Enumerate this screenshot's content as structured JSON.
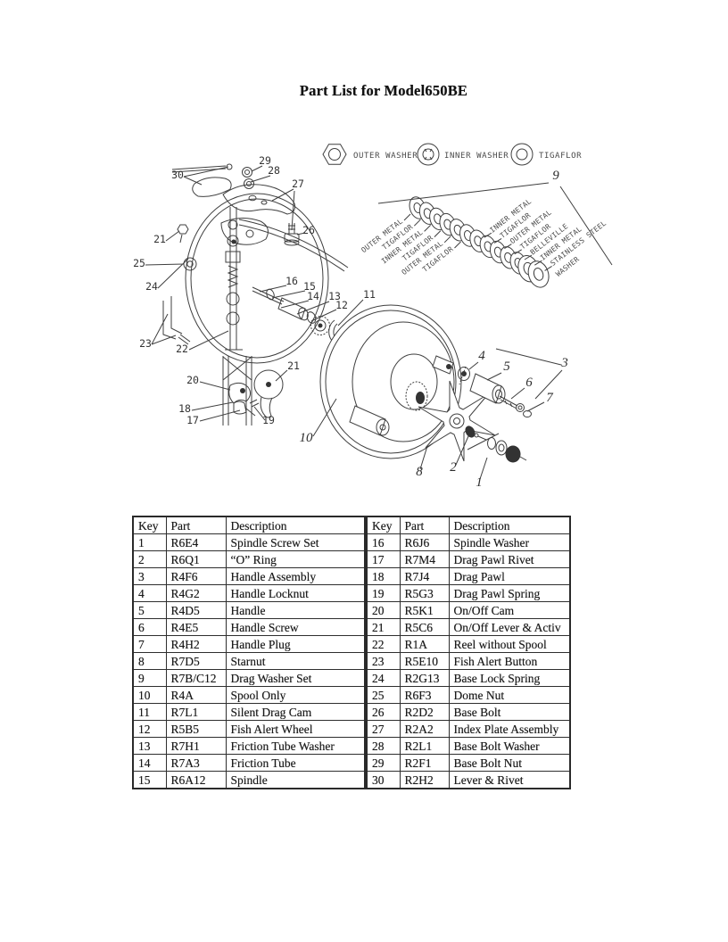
{
  "page": {
    "title": "Part List for Model650BE"
  },
  "diagram": {
    "legend": [
      {
        "icon": "hex-washer-icon",
        "label": "OUTER WASHER"
      },
      {
        "icon": "keyed-washer-icon",
        "label": "INNER WASHER"
      },
      {
        "icon": "plain-washer-icon",
        "label": "TIGAFLOR"
      }
    ],
    "stack_labels_left": [
      "OUTER METAL",
      "TIGAFLOR",
      "INNER METAL",
      "TIGAFLOR",
      "OUTER METAL",
      "TIGAFLOR"
    ],
    "stack_labels_right": [
      "INNER METAL",
      "TIGAFLOR",
      "OUTER METAL",
      "TIGAFLOR",
      "BELLEVILLE",
      "INNER METAL",
      "STAINLESS STEEL",
      "WASHER"
    ],
    "callouts": [
      "30",
      "29",
      "28",
      "27",
      "26",
      "21",
      "25",
      "24",
      "23",
      "22",
      "20",
      "21",
      "18",
      "17",
      "19",
      "10",
      "16",
      "15",
      "14",
      "13",
      "12",
      "11",
      "9",
      "4",
      "5",
      "3",
      "6",
      "7",
      "8",
      "2",
      "1"
    ]
  },
  "table": {
    "headers": [
      "Key",
      "Part",
      "Description"
    ],
    "left_rows": [
      {
        "key": "1",
        "part": "R6E4",
        "desc": "Spindle Screw Set"
      },
      {
        "key": "2",
        "part": "R6Q1",
        "desc": "“O” Ring"
      },
      {
        "key": "3",
        "part": "R4F6",
        "desc": "Handle Assembly"
      },
      {
        "key": "4",
        "part": "R4G2",
        "desc": "Handle Locknut"
      },
      {
        "key": "5",
        "part": "R4D5",
        "desc": "Handle"
      },
      {
        "key": "6",
        "part": "R4E5",
        "desc": "Handle Screw"
      },
      {
        "key": "7",
        "part": "R4H2",
        "desc": "Handle Plug"
      },
      {
        "key": "8",
        "part": "R7D5",
        "desc": "Starnut"
      },
      {
        "key": "9",
        "part": "R7B/C12",
        "desc": "Drag Washer Set"
      },
      {
        "key": "10",
        "part": "R4A",
        "desc": "Spool Only"
      },
      {
        "key": "11",
        "part": "R7L1",
        "desc": "Silent Drag Cam"
      },
      {
        "key": "12",
        "part": "R5B5",
        "desc": "Fish Alert Wheel"
      },
      {
        "key": "13",
        "part": "R7H1",
        "desc": "Friction Tube Washer"
      },
      {
        "key": "14",
        "part": "R7A3",
        "desc": "Friction Tube"
      },
      {
        "key": "15",
        "part": "R6A12",
        "desc": "Spindle"
      }
    ],
    "right_rows": [
      {
        "key": "16",
        "part": "R6J6",
        "desc": "Spindle Washer"
      },
      {
        "key": "17",
        "part": "R7M4",
        "desc": "Drag Pawl Rivet"
      },
      {
        "key": "18",
        "part": "R7J4",
        "desc": "Drag Pawl"
      },
      {
        "key": "19",
        "part": "R5G3",
        "desc": "Drag Pawl Spring"
      },
      {
        "key": "20",
        "part": "R5K1",
        "desc": "On/Off Cam"
      },
      {
        "key": "21",
        "part": "R5C6",
        "desc": "On/Off Lever & Activ"
      },
      {
        "key": "22",
        "part": "R1A",
        "desc": "Reel without Spool"
      },
      {
        "key": "23",
        "part": "R5E10",
        "desc": "Fish Alert Button"
      },
      {
        "key": "24",
        "part": "R2G13",
        "desc": "Base Lock Spring"
      },
      {
        "key": "25",
        "part": "R6F3",
        "desc": "Dome Nut"
      },
      {
        "key": "26",
        "part": "R2D2",
        "desc": "Base Bolt"
      },
      {
        "key": "27",
        "part": "R2A2",
        "desc": "Index Plate Assembly"
      },
      {
        "key": "28",
        "part": "R2L1",
        "desc": "Base Bolt Washer"
      },
      {
        "key": "29",
        "part": "R2F1",
        "desc": "Base Bolt Nut"
      },
      {
        "key": "30",
        "part": "R2H2",
        "desc": "Lever & Rivet"
      }
    ]
  }
}
